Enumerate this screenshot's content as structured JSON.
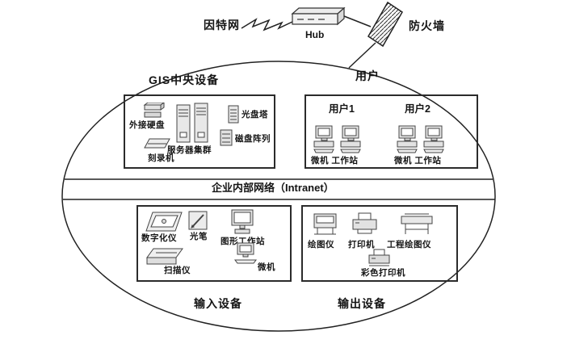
{
  "top": {
    "internet": "因特网",
    "hub": "Hub",
    "firewall": "防火墙"
  },
  "intranet_label": "企业内部网络（Intranet）",
  "gis": {
    "title": "GIS中央设备",
    "external_hdd": "外接硬盘",
    "server_cluster": "服务器集群",
    "cd_tower": "光盘塔",
    "disk_array": "磁盘阵列",
    "burner": "刻录机"
  },
  "users": {
    "title": "用户",
    "user1": "用户1",
    "user2": "用户2",
    "pair1_devices": "微机 工作站",
    "pair2_devices": "微机 工作站"
  },
  "input": {
    "title": "输入设备",
    "digitizer": "数字化仪",
    "light_pen": "光笔",
    "graphics_workstation": "图形工作站",
    "scanner": "扫描仪",
    "micro": "微机"
  },
  "output": {
    "title": "输出设备",
    "plotter": "绘图仪",
    "printer": "打印机",
    "engineering_plotter": "工程绘图仪",
    "color_printer": "彩色打印机"
  }
}
